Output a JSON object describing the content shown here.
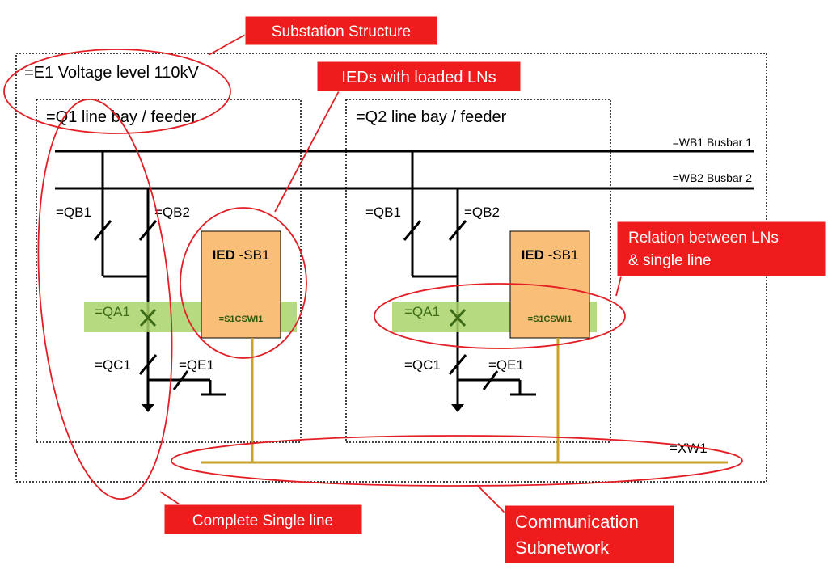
{
  "substation": {
    "voltage_level": "=E1 Voltage level 110kV",
    "bay1": {
      "title": "=Q1 line bay / feeder",
      "qb1": "=QB1",
      "qb2": "=QB2",
      "qa1": "=QA1",
      "qc1": "=QC1",
      "qe1": "=QE1",
      "ied_bold": "IED",
      "ied_name": " -SB1",
      "ln": "=S1CSWI1"
    },
    "bay2": {
      "title": "=Q2 line bay / feeder",
      "qb1": "=QB1",
      "qb2": "=QB2",
      "qa1": "=QA1",
      "qc1": "=QC1",
      "qe1": "=QE1",
      "ied_bold": "IED",
      "ied_name": " -SB1",
      "ln": "=S1CSWI1"
    },
    "busbar1": "=WB1 Busbar 1",
    "busbar2": "=WB2 Busbar 2",
    "network": "=XW1"
  },
  "callouts": {
    "substation_structure": "Substation Structure",
    "ieds_loaded_lns": "IEDs with loaded LNs",
    "relation_line1": "Relation between LNs",
    "relation_line2": "& single line",
    "complete_single_line": "Complete Single line",
    "comm_line1": "Communication",
    "comm_line2": "Subnetwork"
  },
  "colors": {
    "callout_fill": "#ee1c1c",
    "ellipse": "#e31e24",
    "ied_fill": "#f9be77",
    "ln_band": "#a8d46a",
    "network": "#c9a227"
  }
}
